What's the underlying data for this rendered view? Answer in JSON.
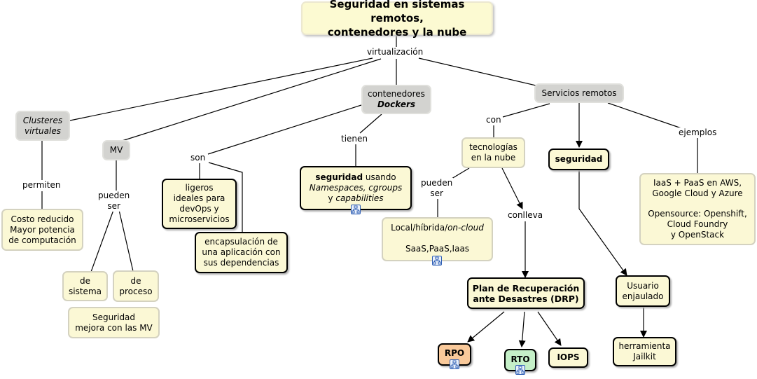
{
  "title": {
    "line1": "Seguridad en sistemas remotos,",
    "line2": "contenedores y la nube"
  },
  "links": {
    "virtualizacion": "virtualización",
    "permiten": "permiten",
    "pueden_ser_mv_1": "pueden",
    "pueden_ser_mv_2": "ser",
    "son": "son",
    "tienen": "tienen",
    "con": "con",
    "pueden_ser_nube_1": "pueden",
    "pueden_ser_nube_2": "ser",
    "conlleva": "conlleva",
    "ejemplos": "ejemplos"
  },
  "concepts": {
    "clusteres": {
      "line1": "Clusteres",
      "line2": "virtuales"
    },
    "mv": "MV",
    "contenedores": {
      "line1": "contenedores",
      "line2": "Dockers"
    },
    "servicios": "Servicios remotos",
    "costo": {
      "line1": "Costo reducido",
      "line2": "Mayor potencia",
      "line3": "de computación"
    },
    "de_sistema": {
      "line1": "de",
      "line2": "sistema"
    },
    "de_proceso": {
      "line1": "de",
      "line2": "proceso"
    },
    "seguridad_mv": {
      "line1": "Seguridad",
      "line2": "mejora con las MV"
    },
    "ligeros": {
      "line1": "ligeros",
      "line2": "ideales para",
      "line3": "devOps y",
      "line4": "microservicios"
    },
    "encapsulacion": {
      "line1": "encapsulación de",
      "line2": "una aplicación con",
      "line3": "sus dependencias"
    },
    "seguridad_docker": {
      "bold": "seguridad",
      "rest": " usando",
      "line2": "Namespaces,  cgroups",
      "line3_pre": "y ",
      "line3_it": "capabilities"
    },
    "tecnologias": {
      "line1": "tecnologías",
      "line2": "en la nube"
    },
    "local": {
      "pre": "Local/híbrida/",
      "it": "on-cloud",
      "line2": "SaaS,PaaS,Iaas"
    },
    "seguridad": "seguridad",
    "ejemplos_box": {
      "line1": "IaaS + PaaS en AWS,",
      "line2": "Google Cloud y Azure",
      "line3": "Opensource: Openshift,",
      "line4": "Cloud Foundry",
      "line5": "y OpenStack"
    },
    "drp": {
      "line1": "Plan de Recuperación",
      "line2": "ante Desastres (DRP)"
    },
    "usuario": {
      "line1": "Usuario",
      "line2": "enjaulado"
    },
    "rpo": "RPO",
    "rto": "RTO",
    "iops": "IOPS",
    "jailkit": {
      "line1": "herramienta",
      "line2": "Jailkit"
    }
  },
  "icons": {
    "submap": "submap-icon"
  },
  "colors": {
    "concept_fill": "#fbf8d5",
    "grey_fill": "#d3d3d0",
    "rpo_fill": "#f9c99a",
    "rto_fill": "#c5f0c8",
    "line": "#000000",
    "icon_blue": "#2f5fb5"
  }
}
